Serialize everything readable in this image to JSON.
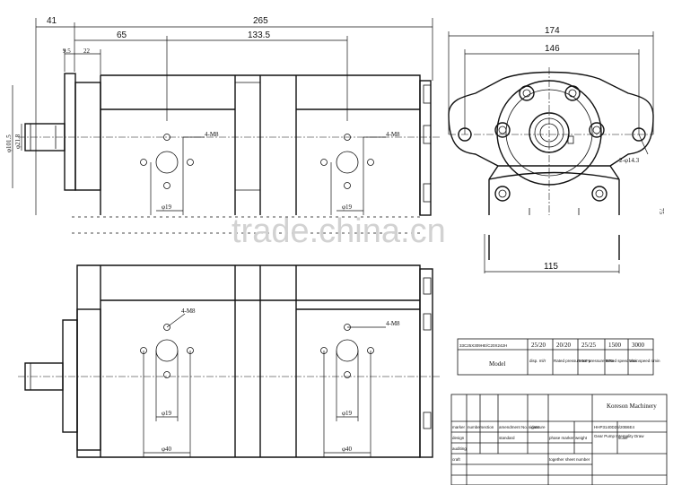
{
  "dimensions_side_view": {
    "overall_length": "265",
    "flange_offset": "41",
    "to_mount_hole": "65",
    "hole_spacing": "133.5",
    "flange_thk": "9.5",
    "shaft_step": "22",
    "pilot_dia": "φ101.5",
    "shaft_dia": "φ21.8",
    "thread_upper_1": "4-M8",
    "thread_upper_2": "4-M8",
    "port_dia_upper_1": "φ19",
    "port_dia_upper_2": "φ19"
  },
  "dimensions_end_view": {
    "flange_width": "174",
    "hole_center_distance": "146",
    "mount_holes": "2-φ14.3",
    "base_width": "115",
    "edge_mark": "75"
  },
  "dimensions_lower_view": {
    "thread_lower_1": "4-M8",
    "thread_lower_2": "4-M8",
    "port_dia_lower_1": "φ19",
    "port_dia_lower_2": "φ19",
    "port_spacing_lower_1": "φ40",
    "port_spacing_lower_2": "φ40"
  },
  "spec_table": {
    "model_code": "33C25X309HE/C20X242H",
    "model_label": "Model",
    "disp_values": "25/20",
    "pressure_values": "20/20",
    "max_pressure_values": "25/25",
    "rated_speed": "1500",
    "max_speed": "3000",
    "col_disp": "disp. ml/r",
    "col_rated_pressure": "Rated pressure MPa",
    "col_max_pressure": "Max. pressure MPa",
    "col_rated_speed": "Rated speed r/min",
    "col_max_speed": "Max. speed r/min"
  },
  "title_block": {
    "company": "Koreson Machinery",
    "part_no": "HHP3140D25/20B6E4",
    "part_name": "Gear Pump Internality Draw",
    "label_marker": "marker",
    "label_number": "number",
    "label_section": "section",
    "label_amendment": "amendment No.",
    "label_signature": "signature",
    "label_date": "date",
    "label_design": "design",
    "label_standard": "standard",
    "label_phase": "phase marker",
    "label_weight": "weight",
    "label_scale": "scale",
    "label_auditing": "auditing",
    "label_craft": "craft",
    "label_together": "together  sheet  number"
  },
  "watermark": "trade.china.cn"
}
